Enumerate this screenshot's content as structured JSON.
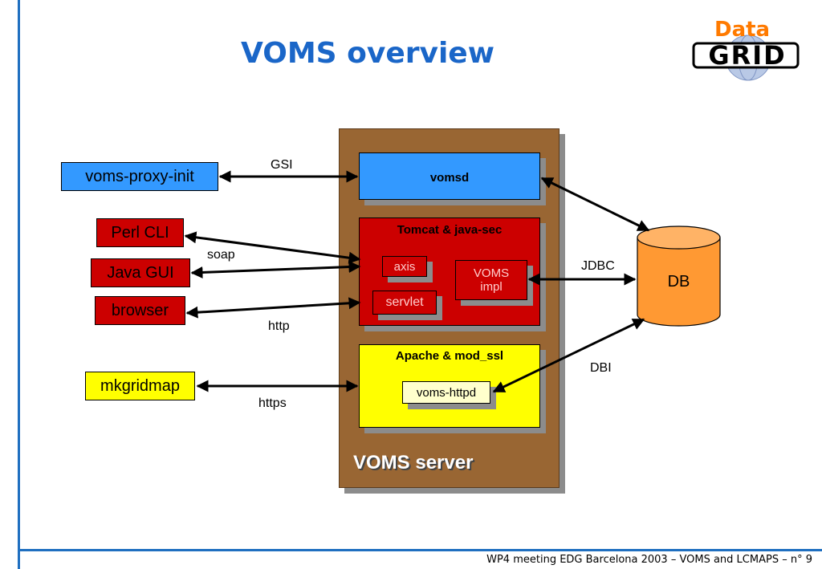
{
  "slide": {
    "title": "VOMS overview",
    "footer": "WP4 meeting EDG Barcelona 2003 – VOMS and LCMAPS –  n° 9"
  },
  "logo": {
    "top_text": "Data",
    "bottom_text": "GRID"
  },
  "clients": {
    "voms_proxy_init": "voms-proxy-init",
    "perl_cli": "Perl CLI",
    "java_gui": "Java GUI",
    "browser": "browser",
    "mkgridmap": "mkgridmap"
  },
  "server": {
    "label": "VOMS server",
    "vomsd": "vomsd",
    "tomcat": "Tomcat & java-sec",
    "axis": "axis",
    "servlet": "servlet",
    "voms_impl_line1": "VOMS",
    "voms_impl_line2": "impl",
    "apache": "Apache & mod_ssl",
    "voms_httpd": "voms-httpd"
  },
  "db": {
    "label": "DB"
  },
  "connections": {
    "gsi": "GSI",
    "soap": "soap",
    "http": "http",
    "https": "https",
    "jdbc": "JDBC",
    "dbi": "DBI"
  },
  "colors": {
    "accent_blue": "#1a66c8",
    "client_blue": "#3399ff",
    "client_red": "#cc0000",
    "client_yellow": "#ffff00",
    "server_brown": "#996633",
    "db_orange": "#ff9933"
  }
}
